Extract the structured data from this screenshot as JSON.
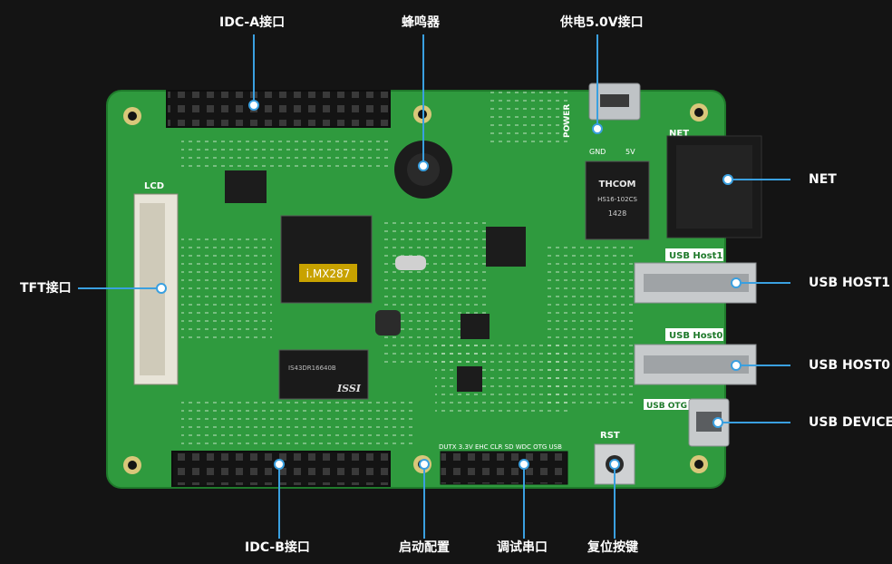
{
  "labels": {
    "idc_a": "IDC-A接口",
    "buzzer": "蜂鸣器",
    "power_5v": "供电5.0V接口",
    "net": "NET",
    "usb_host1": "USB HOST1",
    "usb_host0": "USB HOST0",
    "usb_device": "USB DEVICE",
    "tft": "TFT接口",
    "idc_b": "IDC-B接口",
    "boot_config": "启动配置",
    "debug_uart": "调试串口",
    "reset_button": "复位按键"
  },
  "silkscreen": {
    "cpu": "i.MX287",
    "lcd": "LCD",
    "power": "POWER",
    "net": "NET",
    "usb_host1": "USB Host1",
    "usb_host0": "USB Host0",
    "usb_otg": "USB OTG",
    "rst": "RST",
    "thcom_1": "THCOM",
    "thcom_2": "HS16-102CS",
    "thcom_3": "1428",
    "issi_1": "ISSI",
    "issi_2": "IS43DR16640B",
    "gnd": "GND",
    "v5": "5V",
    "boot_pins": "DUTX 3.3V EHC CLR SD WDC OTG USB"
  },
  "colors": {
    "background": "#141414",
    "pcb": "#2f9a3e",
    "pcb_dark": "#217a2e",
    "label": "#ffffff",
    "callout": "#3aa0e0"
  }
}
